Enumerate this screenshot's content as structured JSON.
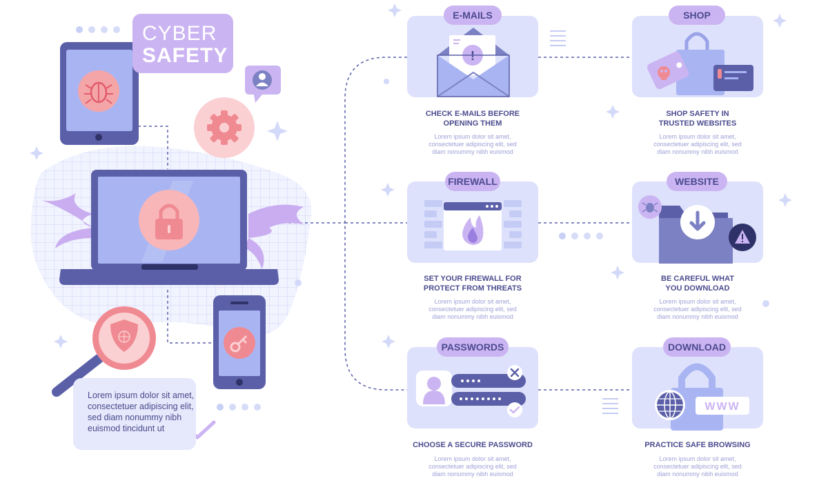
{
  "title": {
    "line1": "CYBER",
    "line2": "SAFETY"
  },
  "note": {
    "text": "Lorem ipsum dolor sit amet, consectetuer adipiscing elit, sed diam nonummy nibh euismod tincidunt ut"
  },
  "colors": {
    "lavender": "#cbb4f2",
    "card": "#dde1fb",
    "navy": "#4b4b8f",
    "pink": "#f7b6b7",
    "device": "#5a5fa8",
    "screen": "#a9b5f2"
  },
  "cards": [
    {
      "label": "E-MAILS",
      "heading_line1": "CHECK E-MAILS BEFORE",
      "heading_line2": "OPENING THEM",
      "desc_line1": "Lorem ipsum dolor sit amet,",
      "desc_line2": "consectetuer adipiscing elit, sed",
      "desc_line3": "diam nonummy nibh euismod",
      "icon": "email-warning-icon"
    },
    {
      "label": "SHOP",
      "heading_line1": "SHOP SAFETY IN",
      "heading_line2": "TRUSTED WEBSITES",
      "desc_line1": "Lorem ipsum dolor sit amet,",
      "desc_line2": "consectetuer adipiscing elit, sed",
      "desc_line3": "diam nonummy nibh euismod",
      "icon": "shopping-bag-icon"
    },
    {
      "label": "FIREWALL",
      "heading_line1": "SET YOUR FIREWALL FOR",
      "heading_line2": "PROTECT FROM THREATS",
      "desc_line1": "Lorem ipsum dolor sit amet,",
      "desc_line2": "consectetuer adipiscing elit, sed",
      "desc_line3": "diam nonummy nibh euismod",
      "icon": "firewall-icon"
    },
    {
      "label": "WEBSITE",
      "heading_line1": "BE CAREFUL WHAT",
      "heading_line2": "YOU DOWNLOAD",
      "desc_line1": "Lorem ipsum dolor sit amet,",
      "desc_line2": "consectetuer adipiscing elit, sed",
      "desc_line3": "diam nonummy nibh euismod",
      "icon": "folder-download-icon"
    },
    {
      "label": "PASSWORDS",
      "heading_line1": "CHOOSE A SECURE PASSWORD",
      "heading_line2": "",
      "desc_line1": "Lorem ipsum dolor sit amet,",
      "desc_line2": "consectetuer adipiscing elit, sed",
      "desc_line3": "diam nonummy nibh euismod",
      "icon": "password-icon"
    },
    {
      "label": "DOWNLOAD",
      "heading_line1": "PRACTICE SAFE BROWSING",
      "heading_line2": "",
      "desc_line1": "Lorem ipsum dolor sit amet,",
      "desc_line2": "consectetuer adipiscing elit, sed",
      "desc_line3": "diam nonummy nibh euismod",
      "icon": "lock-www-icon"
    }
  ],
  "www_text": "WWW"
}
